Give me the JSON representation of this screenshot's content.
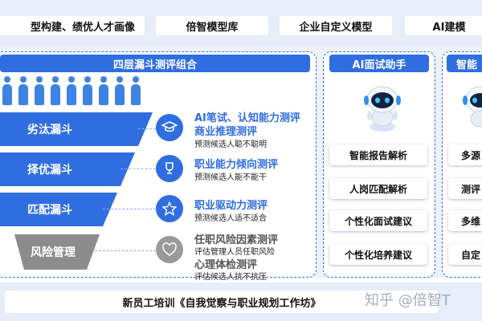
{
  "top_bar": {
    "items": [
      "型构建、绩优人才画像",
      "倍智模型库",
      "企业自定义模型",
      "AI建模"
    ]
  },
  "left_panel": {
    "title": "四层漏斗测评组合",
    "funnel": [
      {
        "label": "劣汰漏斗",
        "color": "#2f6de1"
      },
      {
        "label": "择优漏斗",
        "color": "#2f6de1"
      },
      {
        "label": "匹配漏斗",
        "color": "#2f6de1"
      },
      {
        "label": "风险管理",
        "color": "#8c8c8c"
      }
    ],
    "evaluations": [
      {
        "icon": "graduation-cap-icon",
        "titles": [
          "AI笔试、认知能力测评",
          "商业推理测评"
        ],
        "desc": "预测候选人聪不聪明"
      },
      {
        "icon": "trophy-icon",
        "titles": [
          "职业能力倾向测评"
        ],
        "desc": "预测候选人能不能干"
      },
      {
        "icon": "star-icon",
        "titles": [
          "职业驱动力测评"
        ],
        "desc": "预测候选人适不适合"
      },
      {
        "icon": "heart-shield-icon",
        "titles": [
          "任职风险因素测评"
        ],
        "desc": "评估管理人员任职风险",
        "titles2": [
          "心理体检测评"
        ],
        "desc2": "评估候选人抗不抗压"
      }
    ]
  },
  "mid_panel": {
    "title": "AI面试助手",
    "items": [
      "智能报告解析",
      "人岗匹配解析",
      "个性化面试建议",
      "个性化培养建议"
    ]
  },
  "right_panel": {
    "title": "智能",
    "items": [
      "多源",
      "测评",
      "多维",
      "自定"
    ]
  },
  "bottom_bar": {
    "label": "新员工培训《自我觉察与职业规划工作坊》",
    "watermark": "知乎 @倍智T"
  },
  "colors": {
    "accent": "#2f6de1",
    "gray": "#8c8c8c",
    "background": "#edf2fa"
  }
}
